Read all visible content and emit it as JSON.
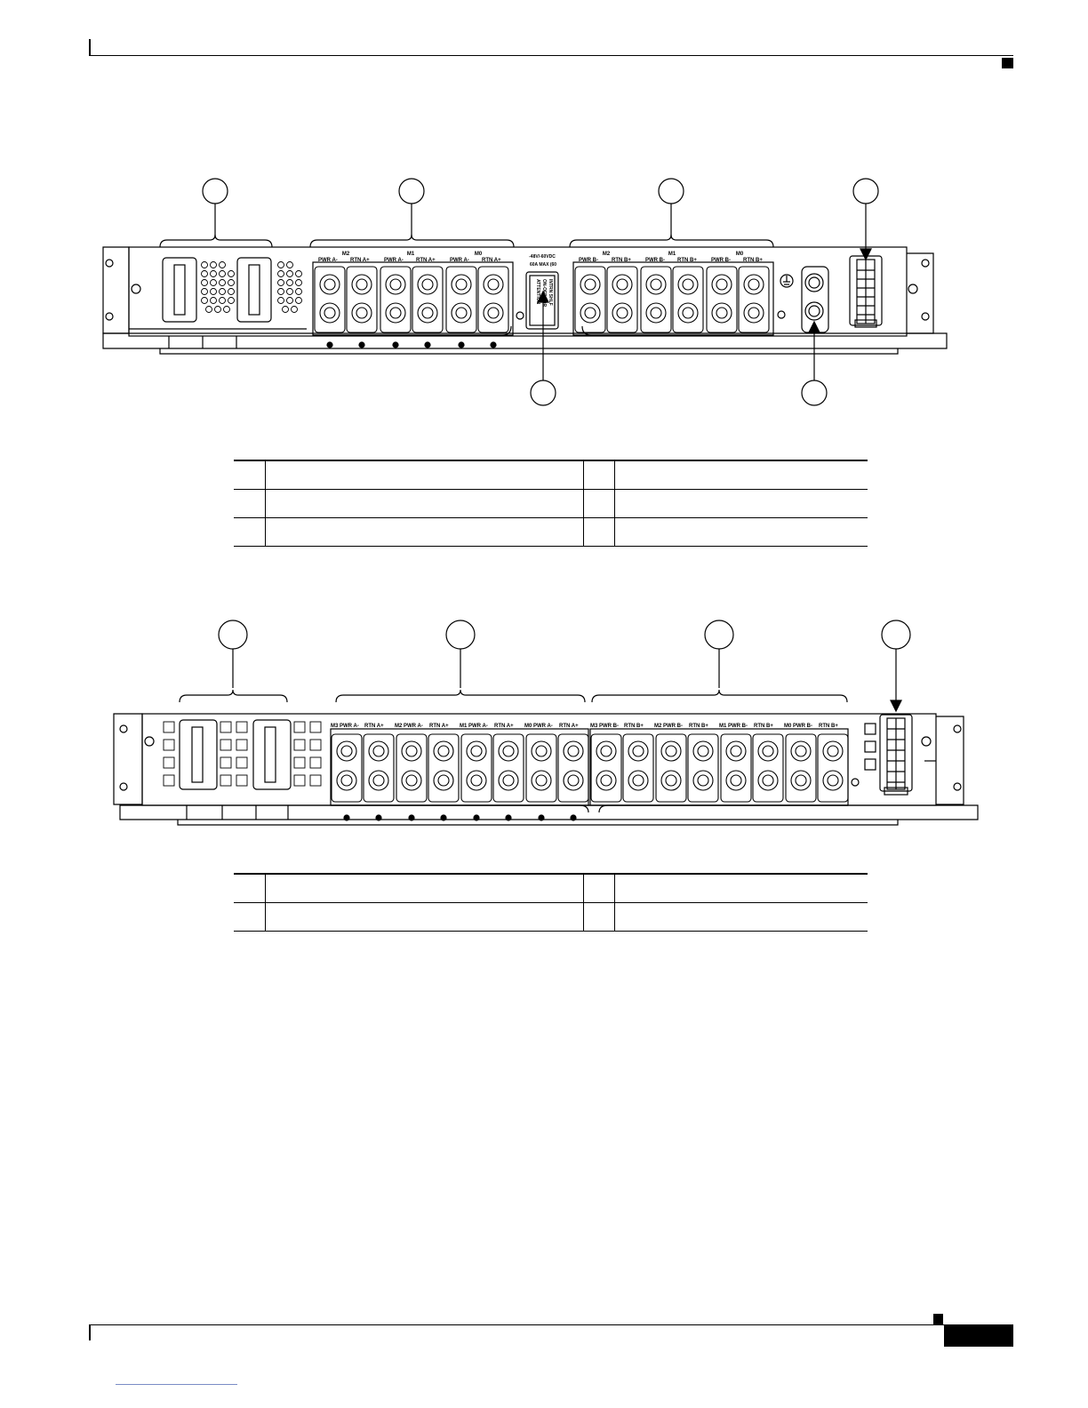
{
  "figure1": {
    "top_labels": {
      "m2": "M2",
      "m1": "M1",
      "m0": "M0"
    },
    "input_a": {
      "pwr": "PWR A-",
      "rtn": "RTN A+"
    },
    "input_b": {
      "pwr": "PWR B-",
      "rtn": "RTN B+"
    },
    "rating_line1": "-48V/-60VDC",
    "rating_line2": "60A MAX (60",
    "attention_lines": [
      "ATTENTION",
      "ON-OFF FOR",
      "INTRN SHLF"
    ]
  },
  "figure2": {
    "pair_labels_a": [
      "M3 PWR A-",
      "RTN A+",
      "M2 PWR A-",
      "RTN A+",
      "M1 PWR A-",
      "RTN A+",
      "M0 PWR A-",
      "RTN A+"
    ],
    "pair_labels_b": [
      "M3 PWR B-",
      "RTN B+",
      "M2 PWR B-",
      "RTN B+",
      "M1 PWR B-",
      "RTN B+",
      "M0 PWR B-",
      "RTN B+"
    ]
  },
  "legend1_rows": [
    {
      "n": "",
      "d": "",
      "n2": "",
      "d2": ""
    },
    {
      "n": "",
      "d": "",
      "n2": "",
      "d2": ""
    },
    {
      "n": "",
      "d": "",
      "n2": "",
      "d2": ""
    }
  ],
  "legend2_rows": [
    {
      "n": "",
      "d": "",
      "n2": "",
      "d2": ""
    },
    {
      "n": "",
      "d": "",
      "n2": "",
      "d2": ""
    }
  ],
  "colors": {
    "ink": "#000000",
    "paper": "#ffffff",
    "link": "#7a8cc6"
  }
}
